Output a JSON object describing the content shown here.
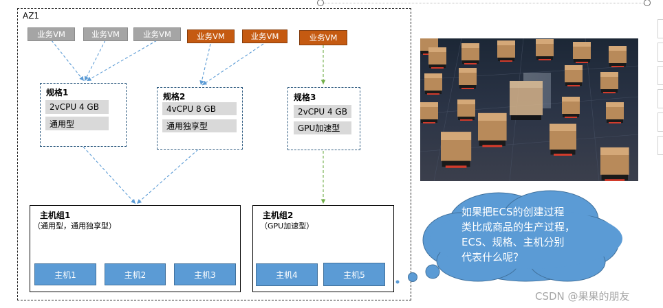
{
  "az": {
    "label": "AZ1"
  },
  "vms": [
    {
      "label": "业务VM",
      "color": "gray"
    },
    {
      "label": "业务VM",
      "color": "gray"
    },
    {
      "label": "业务VM",
      "color": "gray"
    },
    {
      "label": "业务VM",
      "color": "orange"
    },
    {
      "label": "业务VM",
      "color": "orange"
    },
    {
      "label": "业务VM",
      "color": "orange"
    }
  ],
  "specs": [
    {
      "title": "规格1",
      "cpu_mem": "2vCPU 4 GB",
      "type": "通用型"
    },
    {
      "title": "规格2",
      "cpu_mem": "4vCPU 8 GB",
      "type": "通用独享型"
    },
    {
      "title": "规格3",
      "cpu_mem": "2vCPU 4 GB",
      "type": "GPU加速型"
    }
  ],
  "groups": [
    {
      "title": "主机组1",
      "subtitle": "（通用型，通用独享型）",
      "hosts": [
        "主机1",
        "主机2",
        "主机3"
      ]
    },
    {
      "title": "主机组2",
      "subtitle": "（GPU加速型）",
      "hosts": [
        "主机4",
        "主机5"
      ]
    }
  ],
  "callout": {
    "line1": "如果把ECS的创建过程",
    "line2": "类比成商品的生产过程，",
    "line3": "ECS、规格、主机分别",
    "line4": "代表什么呢？"
  },
  "watermark": "CSDN @果果的朋友",
  "colors": {
    "vm_gray": "#a5a5a5",
    "vm_orange": "#c55a11",
    "host_blue": "#5b9bd5",
    "cloud_blue": "#5b9bd5",
    "arrow_blue": "#5b9bd5",
    "arrow_green": "#70ad47"
  }
}
